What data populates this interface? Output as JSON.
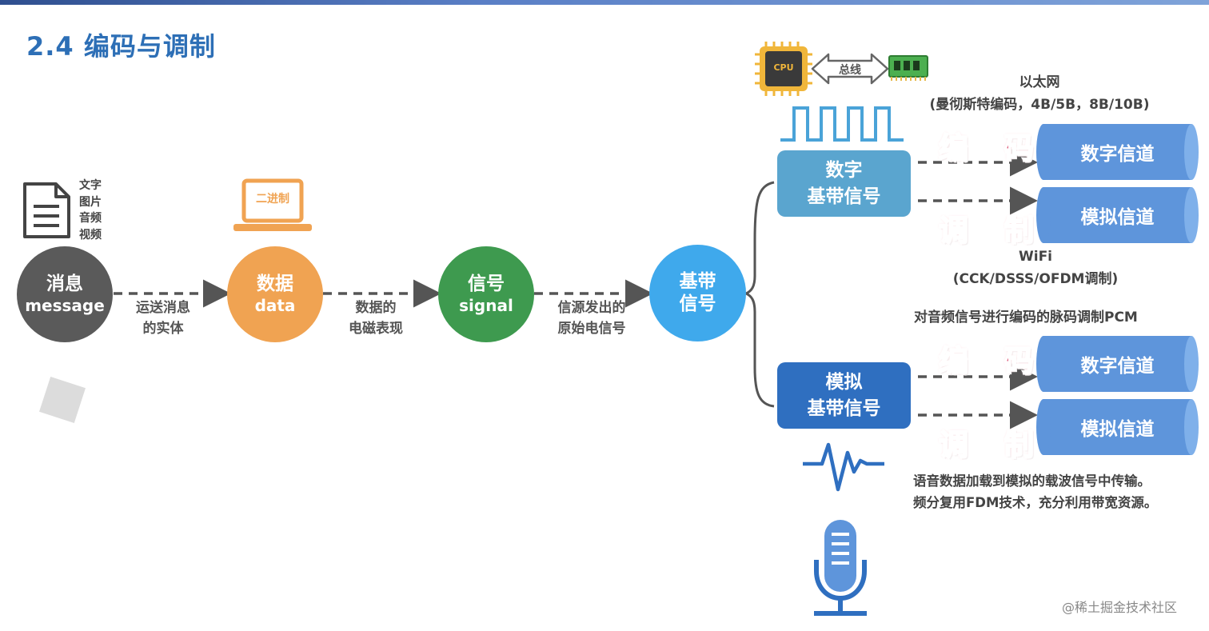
{
  "header": {
    "title": "2.4 编码与调制"
  },
  "nodes": {
    "message": {
      "cn": "消息",
      "en": "message",
      "types": [
        "文字",
        "图片",
        "音频",
        "视频"
      ]
    },
    "data": {
      "cn": "数据",
      "en": "data",
      "laptop_label": "二进制"
    },
    "signal": {
      "cn": "信号",
      "en": "signal"
    },
    "baseband": {
      "line1": "基带",
      "line2": "信号"
    }
  },
  "edges": {
    "message_to_data": [
      "运送消息",
      "的实体"
    ],
    "data_to_signal": [
      "数据的",
      "电磁表现"
    ],
    "signal_to_baseband": [
      "信源发出的",
      "原始电信号"
    ]
  },
  "digital_branch": {
    "box": {
      "line1": "数字",
      "line2": "基带信号"
    },
    "cpu_label": "CPU",
    "bus_label": "总线",
    "ethernet": {
      "line1": "以太网",
      "line2": "(曼彻斯特编码，4B/5B，8B/10B)"
    },
    "encode_label": "编 码",
    "modulate_label": "调 制",
    "channel_digital": "数字信道",
    "channel_analog": "模拟信道",
    "wifi": {
      "line1": "WiFi",
      "line2": "(CCK/DSSS/OFDM调制)"
    }
  },
  "analog_branch": {
    "box": {
      "line1": "模拟",
      "line2": "基带信号"
    },
    "pcm_note": "对音频信号进行编码的脉码调制PCM",
    "encode_label": "编 码",
    "modulate_label": "调 制",
    "channel_digital": "数字信道",
    "channel_analog": "模拟信道",
    "fdm_note": {
      "line1": "语音数据加载到模拟的载波信号中传输。",
      "line2": "频分复用FDM技术，充分利用带宽资源。"
    }
  },
  "watermark": "@稀土掘金技术社区",
  "colors": {
    "title": "#2d6fb6",
    "message": "#5a5a5a",
    "data": "#f0a352",
    "signal": "#3e9a4f",
    "baseband": "#3fa9ec",
    "digital_box": "#5aa5cf",
    "analog_box": "#2f6fc0",
    "encode_red": "#de5a7a",
    "modulate_red": "#c8232e",
    "cylinder": "#5e95db"
  }
}
